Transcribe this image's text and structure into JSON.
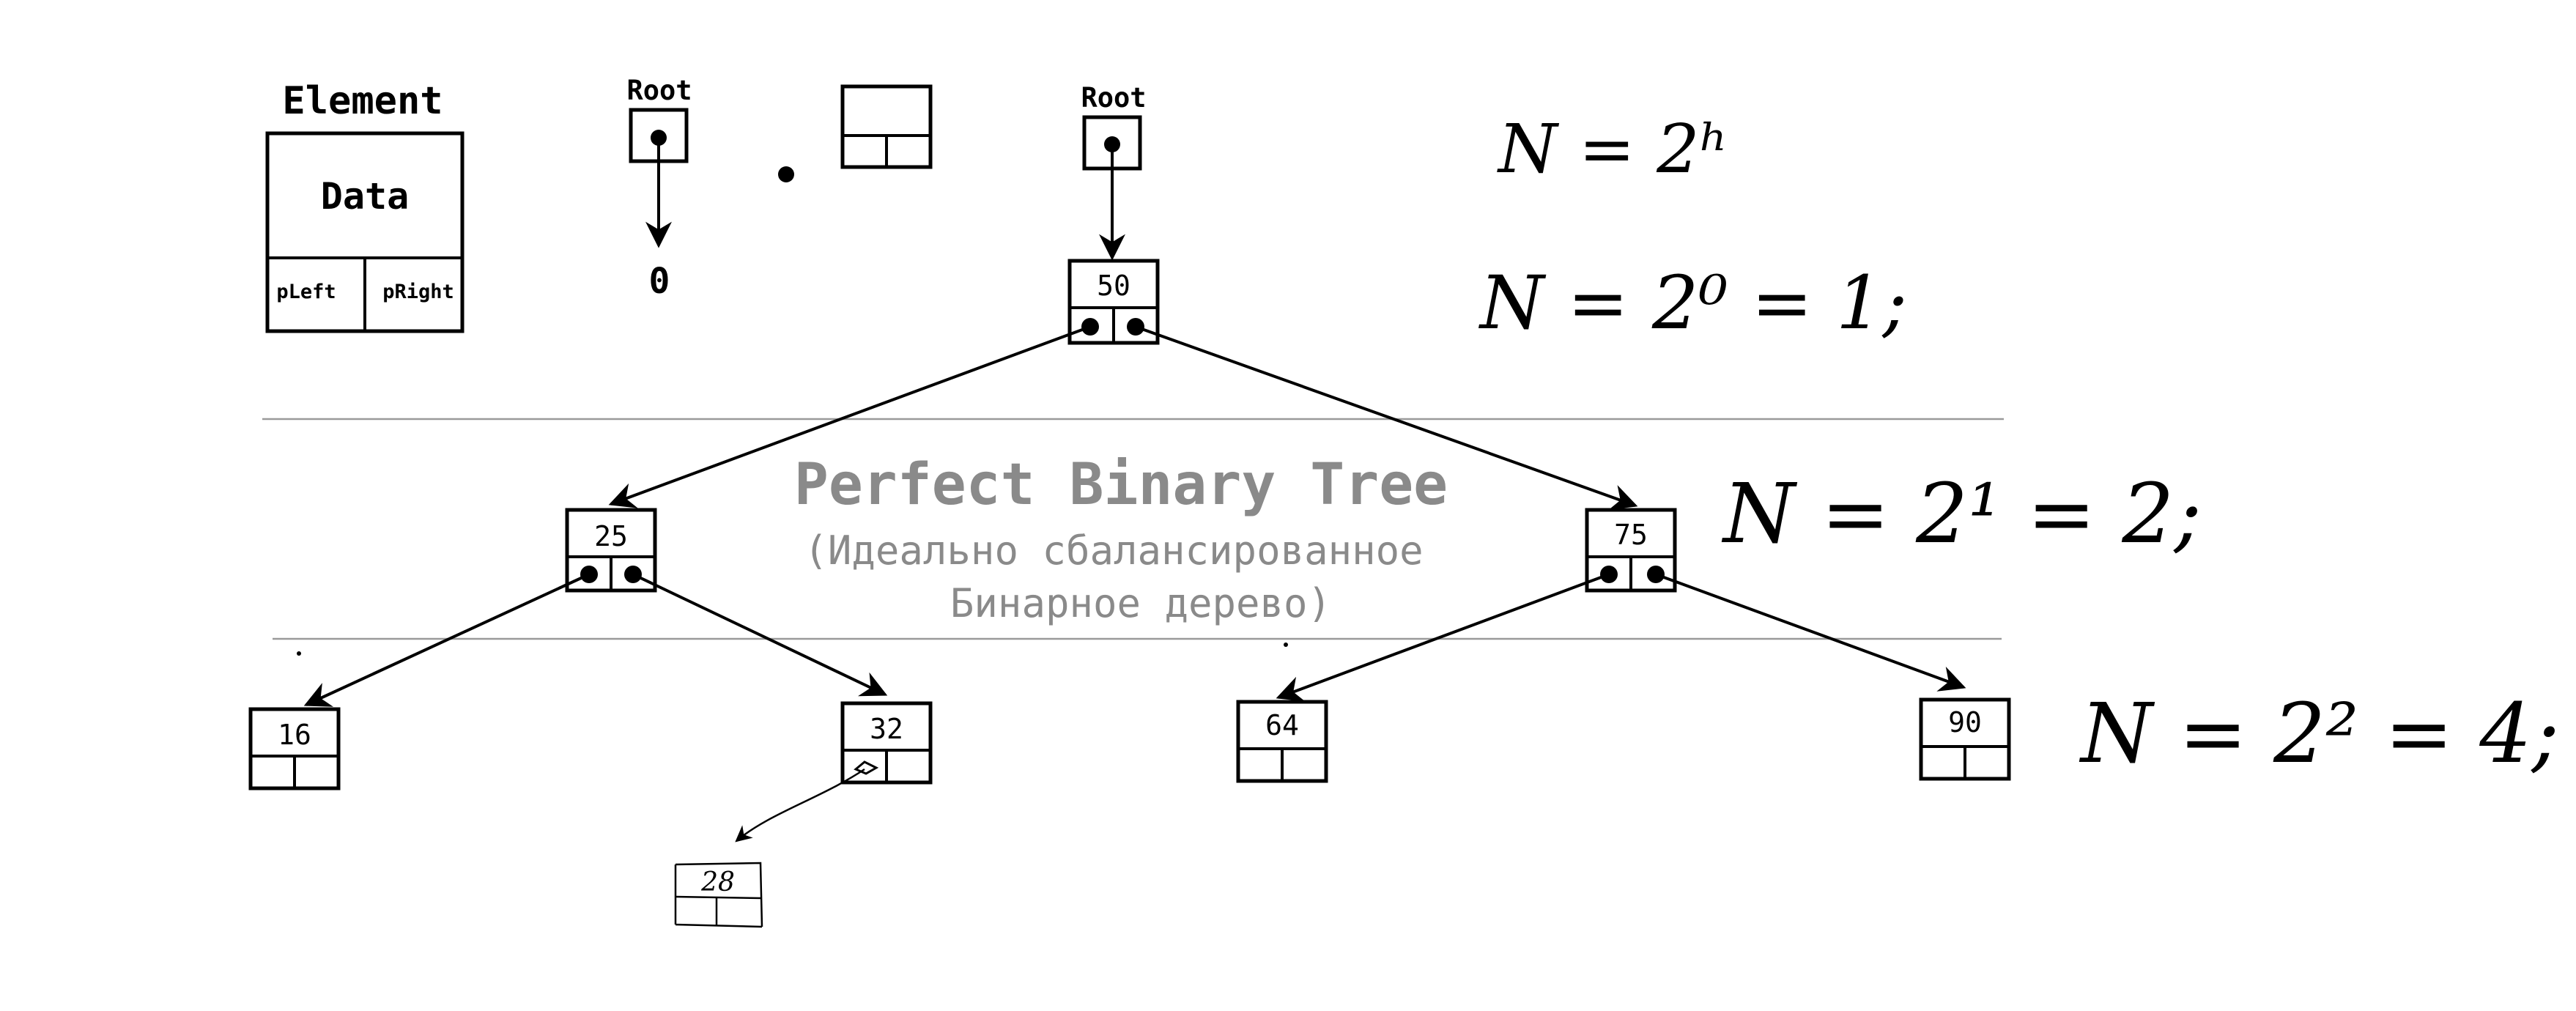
{
  "legend": {
    "title": "Element",
    "data_label": "Data",
    "left_label": "pLeft",
    "right_label": "pRight"
  },
  "empty_root": {
    "label": "Root",
    "null_value": "0"
  },
  "root": {
    "label": "Root"
  },
  "title": "Perfect Binary Tree",
  "subtitle_line1": "(Идеально сбалансированное",
  "subtitle_line2": "Бинарное дерево)",
  "nodes": {
    "n50": "50",
    "n25": "25",
    "n75": "75",
    "n16": "16",
    "n32": "32",
    "n64": "64",
    "n90": "90",
    "n28": "28"
  },
  "formulas": {
    "general": "N = 2ʰ",
    "level0": "N = 2⁰ = 1;",
    "level1": "N = 2¹ = 2;",
    "level2": "N = 2² = 4;"
  },
  "colors": {
    "ink": "#000000",
    "title_gray": "#8a8a8a",
    "divider": "#9a9a9a"
  }
}
